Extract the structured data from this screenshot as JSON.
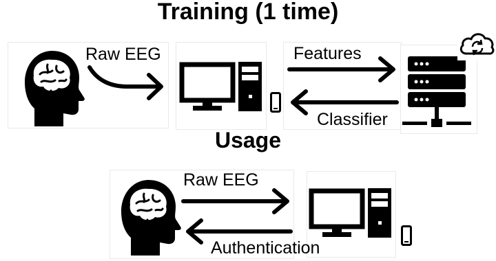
{
  "training": {
    "title": "Training (1 time)",
    "raw_label": "Raw EEG",
    "features_label": "Features",
    "classifier_label": "Classifier"
  },
  "usage": {
    "title": "Usage",
    "raw_label": "Raw EEG",
    "auth_label": "Authentication"
  },
  "icons": [
    "head-brain-icon",
    "desktop-computer-icon",
    "smartphone-icon",
    "server-icon",
    "cloud-sync-icon",
    "arrow-icon"
  ]
}
